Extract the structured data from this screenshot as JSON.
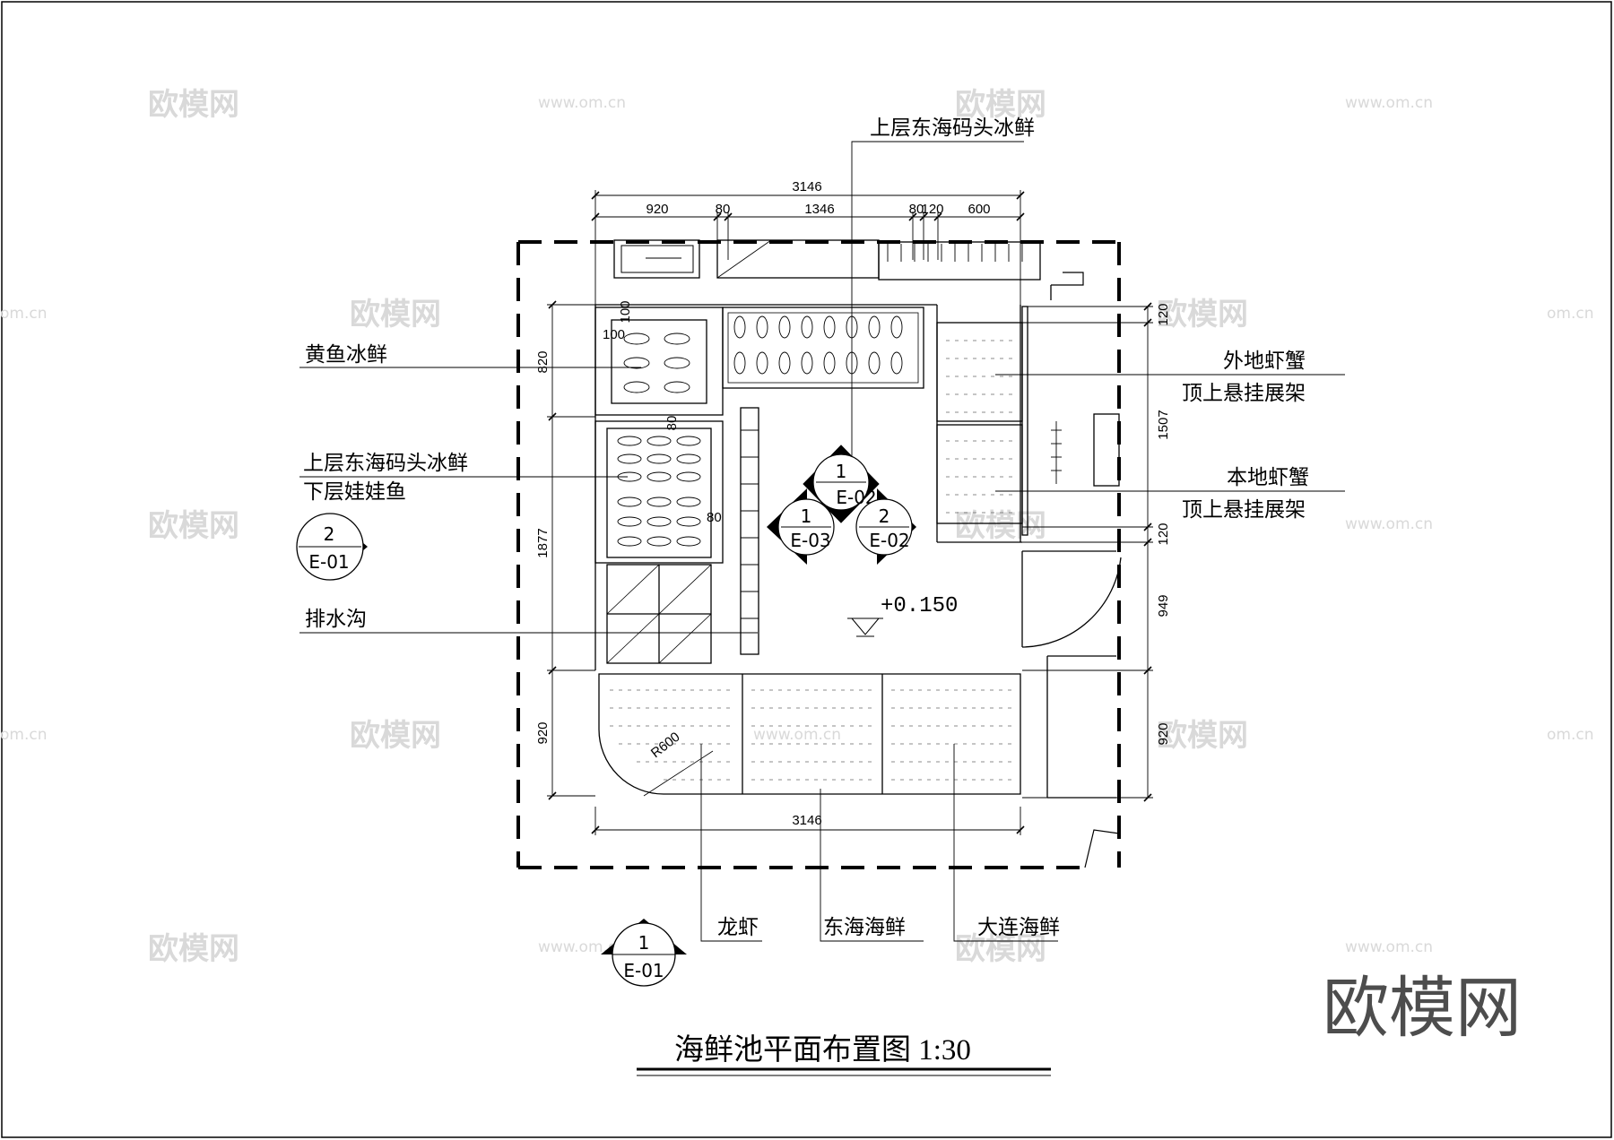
{
  "drawing": {
    "title": "海鲜池平面布置图 1:30",
    "elevation": "+0.150",
    "labels": {
      "top_ice": "上层东海码头冰鲜",
      "yellow_fish": "黄鱼冰鲜",
      "upper_ice": "上层东海码头冰鲜",
      "lower_fish": "下层娃娃鱼",
      "drain": "排水沟",
      "outside_shrimp": "外地虾蟹",
      "hanging_rack_1": "顶上悬挂展架",
      "local_shrimp": "本地虾蟹",
      "hanging_rack_2": "顶上悬挂展架",
      "lobster": "龙虾",
      "east_sea": "东海海鲜",
      "dalian": "大连海鲜"
    },
    "dimensions": {
      "top_total": "3146",
      "top_a": "920",
      "top_b": "80",
      "top_c": "1346",
      "top_d": "80",
      "top_e": "120",
      "top_f": "600",
      "bottom_total": "3146",
      "left_a": "820",
      "left_b": "1877",
      "left_c": "920",
      "right_a": "120",
      "right_b": "1507",
      "right_c": "120",
      "right_d": "949",
      "right_e": "920",
      "inner_100a": "100",
      "inner_100b": "100",
      "inner_80a": "80",
      "inner_80b": "80",
      "radius": "R600"
    },
    "section_tags": [
      {
        "num": "2",
        "ref": "E-01"
      },
      {
        "num": "1",
        "ref": "E-01"
      },
      {
        "num": "1",
        "ref": "E-02"
      },
      {
        "num": "1",
        "ref": "E-03"
      },
      {
        "num": "2",
        "ref": "E-02"
      }
    ]
  },
  "watermark": {
    "logo_text": "欧模网",
    "small_text": "欧模网",
    "url": "www.om.cn",
    "url_short": "om.cn"
  }
}
